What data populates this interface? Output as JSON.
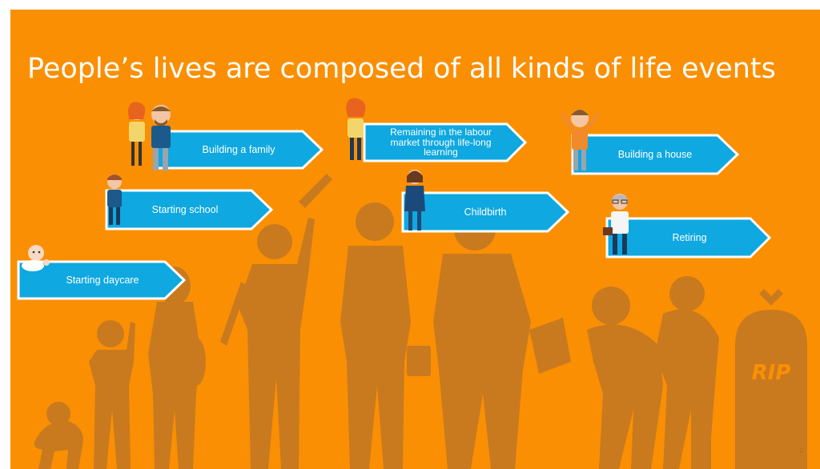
{
  "slide": {
    "title": "People’s lives are composed of all kinds of life events",
    "page_number": "2",
    "tombstone_text": "RIP"
  },
  "events": [
    {
      "label": "Starting daycare",
      "person_icon": "baby-icon"
    },
    {
      "label": "Starting school",
      "person_icon": "schoolboy-icon"
    },
    {
      "label": "Building a family",
      "person_icon": "couple-icon"
    },
    {
      "label": "Remaining in the labour market through life-long learning",
      "person_icon": "woman-icon"
    },
    {
      "label": "Childbirth",
      "person_icon": "businesswoman-icon"
    },
    {
      "label": "Building a house",
      "person_icon": "cheering-man-icon"
    },
    {
      "label": "Retiring",
      "person_icon": "elderly-man-icon"
    }
  ],
  "colors": {
    "background": "#fa8f04",
    "silhouette": "#c97a1e",
    "arrow_fill": "#0fa8e0",
    "arrow_border": "#ffffff",
    "title_text": "#ffffff"
  }
}
